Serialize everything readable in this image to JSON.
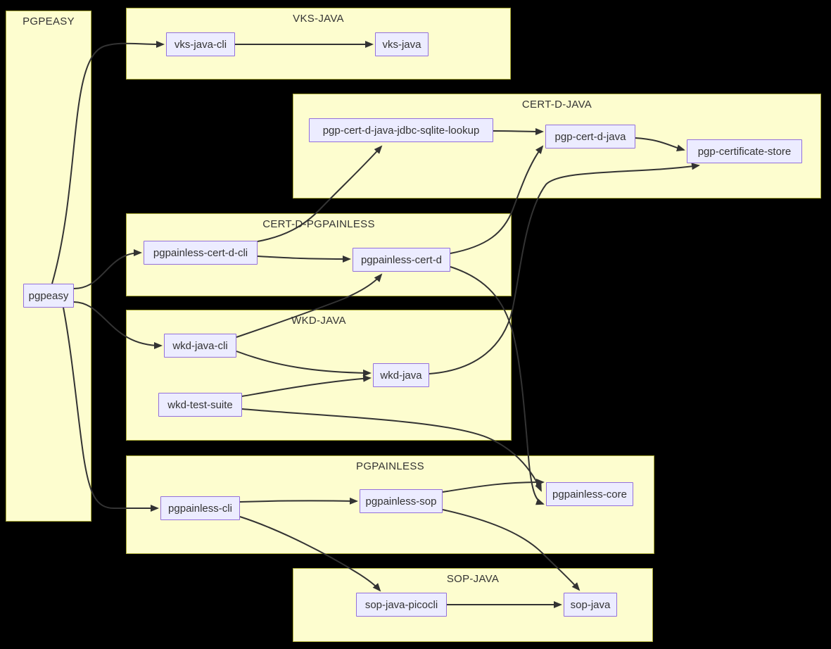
{
  "diagram": {
    "type": "flowchart",
    "background": "#000000",
    "colors": {
      "cluster_fill": "#FDFDCF",
      "cluster_border": "#AAAA33",
      "node_fill": "#ECECFF",
      "node_border": "#9370DB",
      "text": "#333333",
      "edge": "#333333"
    },
    "clusters": [
      {
        "id": "pgpeasy-group",
        "title": "PGPEASY"
      },
      {
        "id": "vks-java-group",
        "title": "VKS-JAVA"
      },
      {
        "id": "cert-d-java-group",
        "title": "CERT-D-JAVA"
      },
      {
        "id": "cert-d-pgpainless-group",
        "title": "CERT-D-PGPAINLESS"
      },
      {
        "id": "wkd-java-group",
        "title": "WKD-JAVA"
      },
      {
        "id": "pgpainless-group",
        "title": "PGPAINLESS"
      },
      {
        "id": "sop-java-group",
        "title": "SOP-JAVA"
      }
    ],
    "nodes": [
      {
        "id": "pgpeasy",
        "label": "pgpeasy",
        "cluster": "PGPEASY"
      },
      {
        "id": "vks-java-cli",
        "label": "vks-java-cli",
        "cluster": "VKS-JAVA"
      },
      {
        "id": "vks-java",
        "label": "vks-java",
        "cluster": "VKS-JAVA"
      },
      {
        "id": "pgp-cert-d-java-jdbc-sqlite-lookup",
        "label": "pgp-cert-d-java-jdbc-sqlite-lookup",
        "cluster": "CERT-D-JAVA"
      },
      {
        "id": "pgp-cert-d-java",
        "label": "pgp-cert-d-java",
        "cluster": "CERT-D-JAVA"
      },
      {
        "id": "pgp-certificate-store",
        "label": "pgp-certificate-store",
        "cluster": "CERT-D-JAVA"
      },
      {
        "id": "pgpainless-cert-d-cli",
        "label": "pgpainless-cert-d-cli",
        "cluster": "CERT-D-PGPAINLESS"
      },
      {
        "id": "pgpainless-cert-d",
        "label": "pgpainless-cert-d",
        "cluster": "CERT-D-PGPAINLESS"
      },
      {
        "id": "wkd-java-cli",
        "label": "wkd-java-cli",
        "cluster": "WKD-JAVA"
      },
      {
        "id": "wkd-test-suite",
        "label": "wkd-test-suite",
        "cluster": "WKD-JAVA"
      },
      {
        "id": "wkd-java",
        "label": "wkd-java",
        "cluster": "WKD-JAVA"
      },
      {
        "id": "pgpainless-cli",
        "label": "pgpainless-cli",
        "cluster": "PGPAINLESS"
      },
      {
        "id": "pgpainless-sop",
        "label": "pgpainless-sop",
        "cluster": "PGPAINLESS"
      },
      {
        "id": "pgpainless-core",
        "label": "pgpainless-core",
        "cluster": "PGPAINLESS"
      },
      {
        "id": "sop-java-picocli",
        "label": "sop-java-picocli",
        "cluster": "SOP-JAVA"
      },
      {
        "id": "sop-java",
        "label": "sop-java",
        "cluster": "SOP-JAVA"
      }
    ],
    "edges": [
      {
        "from": "pgpeasy",
        "to": "vks-java-cli"
      },
      {
        "from": "pgpeasy",
        "to": "pgpainless-cert-d-cli"
      },
      {
        "from": "pgpeasy",
        "to": "wkd-java-cli"
      },
      {
        "from": "pgpeasy",
        "to": "pgpainless-cli"
      },
      {
        "from": "vks-java-cli",
        "to": "vks-java"
      },
      {
        "from": "pgpainless-cert-d-cli",
        "to": "pgp-cert-d-java-jdbc-sqlite-lookup"
      },
      {
        "from": "pgpainless-cert-d-cli",
        "to": "pgpainless-cert-d"
      },
      {
        "from": "pgp-cert-d-java-jdbc-sqlite-lookup",
        "to": "pgp-cert-d-java"
      },
      {
        "from": "pgp-cert-d-java",
        "to": "pgp-certificate-store"
      },
      {
        "from": "pgpainless-cert-d",
        "to": "pgp-cert-d-java"
      },
      {
        "from": "pgpainless-cert-d",
        "to": "pgpainless-core"
      },
      {
        "from": "wkd-java-cli",
        "to": "pgpainless-cert-d"
      },
      {
        "from": "wkd-java-cli",
        "to": "wkd-java"
      },
      {
        "from": "wkd-test-suite",
        "to": "wkd-java"
      },
      {
        "from": "wkd-test-suite",
        "to": "pgpainless-core"
      },
      {
        "from": "wkd-java",
        "to": "pgp-certificate-store"
      },
      {
        "from": "pgpainless-cli",
        "to": "pgpainless-sop"
      },
      {
        "from": "pgpainless-cli",
        "to": "sop-java-picocli"
      },
      {
        "from": "pgpainless-sop",
        "to": "pgpainless-core"
      },
      {
        "from": "pgpainless-sop",
        "to": "sop-java"
      },
      {
        "from": "sop-java-picocli",
        "to": "sop-java"
      }
    ]
  }
}
